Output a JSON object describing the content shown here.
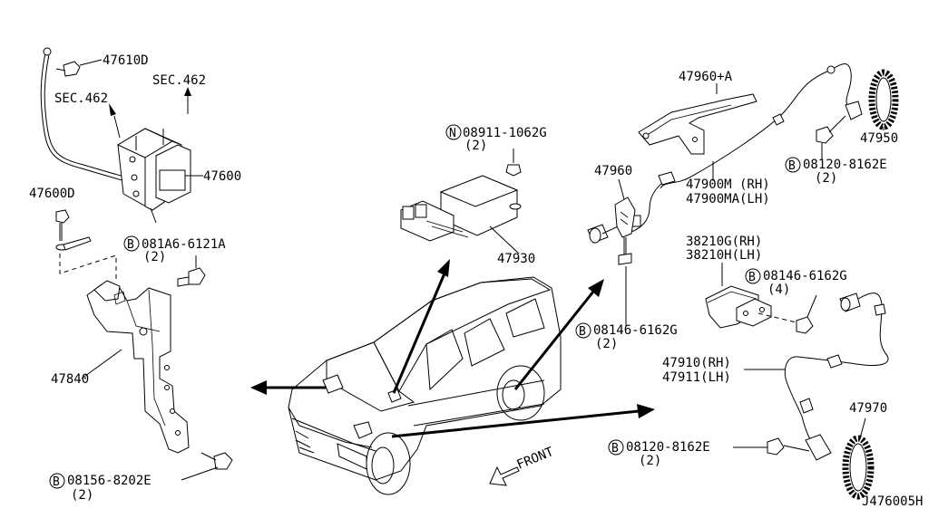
{
  "diagram_id": "J476005H",
  "front_label": "FRONT",
  "callouts": {
    "c47610D": "47610D",
    "sec462_a": "SEC.462",
    "sec462_b": "SEC.462",
    "c47600": "47600",
    "c47600D": "47600D",
    "c081A6": "081A6-6121A",
    "c081A6_qty": "(2)",
    "c47840": "47840",
    "c08156": "08156-8202E",
    "c08156_qty": "(2)",
    "c08911": "08911-1062G",
    "c08911_qty": "(2)",
    "c47930": "47930",
    "c47960A": "47960+A",
    "c47960": "47960",
    "c47950": "47950",
    "c08120a": "08120-8162E",
    "c08120a_qty": "(2)",
    "c47900M": "47900M (RH)",
    "c47900MA": "47900MA(LH)",
    "c38210G": "38210G(RH)",
    "c38210H": "38210H(LH)",
    "c08146a": "08146-6162G",
    "c08146a_qty": "(4)",
    "c08146b": "08146-6162G",
    "c08146b_qty": "(2)",
    "c47910": "47910(RH)",
    "c47911": "47911(LH)",
    "c47970": "47970",
    "c08120b": "08120-8162E",
    "c08120b_qty": "(2)"
  },
  "symbols": {
    "bolt": "B",
    "nut": "N"
  }
}
